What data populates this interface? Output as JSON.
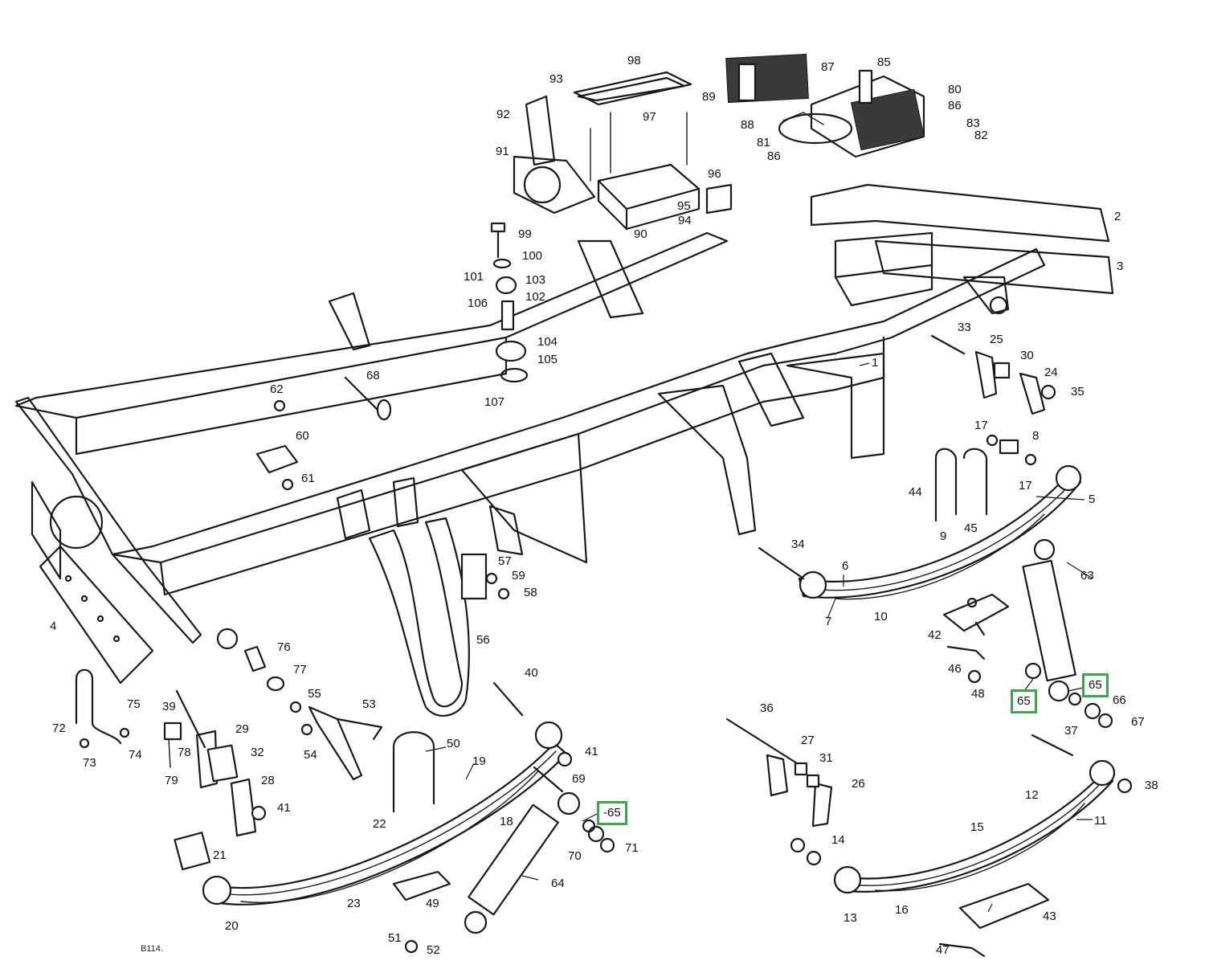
{
  "diagram": {
    "plate_code": "B114.",
    "highlight_color": "#3aa64a",
    "callouts": [
      {
        "id": "1",
        "label": "1"
      },
      {
        "id": "2",
        "label": "2"
      },
      {
        "id": "3",
        "label": "3"
      },
      {
        "id": "4",
        "label": "4"
      },
      {
        "id": "5",
        "label": "5"
      },
      {
        "id": "6",
        "label": "6"
      },
      {
        "id": "7",
        "label": "7"
      },
      {
        "id": "8",
        "label": "8"
      },
      {
        "id": "9",
        "label": "9"
      },
      {
        "id": "10",
        "label": "10"
      },
      {
        "id": "11",
        "label": "11"
      },
      {
        "id": "12",
        "label": "12"
      },
      {
        "id": "13",
        "label": "13"
      },
      {
        "id": "14",
        "label": "14"
      },
      {
        "id": "15",
        "label": "15"
      },
      {
        "id": "16",
        "label": "16"
      },
      {
        "id": "17a",
        "label": "17"
      },
      {
        "id": "17b",
        "label": "17"
      },
      {
        "id": "18",
        "label": "18"
      },
      {
        "id": "19",
        "label": "19"
      },
      {
        "id": "20",
        "label": "20"
      },
      {
        "id": "21",
        "label": "21"
      },
      {
        "id": "22",
        "label": "22"
      },
      {
        "id": "23",
        "label": "23"
      },
      {
        "id": "24",
        "label": "24"
      },
      {
        "id": "25",
        "label": "25"
      },
      {
        "id": "26",
        "label": "26"
      },
      {
        "id": "27",
        "label": "27"
      },
      {
        "id": "28",
        "label": "28"
      },
      {
        "id": "29",
        "label": "29"
      },
      {
        "id": "30",
        "label": "30"
      },
      {
        "id": "31",
        "label": "31"
      },
      {
        "id": "32",
        "label": "32"
      },
      {
        "id": "33",
        "label": "33"
      },
      {
        "id": "34",
        "label": "34"
      },
      {
        "id": "35",
        "label": "35"
      },
      {
        "id": "36",
        "label": "36"
      },
      {
        "id": "37",
        "label": "37"
      },
      {
        "id": "38",
        "label": "38"
      },
      {
        "id": "39",
        "label": "39"
      },
      {
        "id": "40",
        "label": "40"
      },
      {
        "id": "41a",
        "label": "41"
      },
      {
        "id": "41b",
        "label": "41"
      },
      {
        "id": "42",
        "label": "42"
      },
      {
        "id": "43",
        "label": "43"
      },
      {
        "id": "44",
        "label": "44"
      },
      {
        "id": "45",
        "label": "45"
      },
      {
        "id": "46",
        "label": "46"
      },
      {
        "id": "47",
        "label": "47"
      },
      {
        "id": "48",
        "label": "48"
      },
      {
        "id": "49",
        "label": "49"
      },
      {
        "id": "50",
        "label": "50"
      },
      {
        "id": "51",
        "label": "51"
      },
      {
        "id": "52",
        "label": "52"
      },
      {
        "id": "53",
        "label": "53"
      },
      {
        "id": "54",
        "label": "54"
      },
      {
        "id": "55",
        "label": "55"
      },
      {
        "id": "56",
        "label": "56"
      },
      {
        "id": "57",
        "label": "57"
      },
      {
        "id": "58",
        "label": "58"
      },
      {
        "id": "59",
        "label": "59"
      },
      {
        "id": "60",
        "label": "60"
      },
      {
        "id": "61",
        "label": "61"
      },
      {
        "id": "62",
        "label": "62"
      },
      {
        "id": "63",
        "label": "63"
      },
      {
        "id": "64",
        "label": "64"
      },
      {
        "id": "65a",
        "label": "65",
        "highlighted": true
      },
      {
        "id": "65b",
        "label": "65",
        "highlighted": true
      },
      {
        "id": "65c",
        "label": "-65",
        "highlighted": true
      },
      {
        "id": "66",
        "label": "66"
      },
      {
        "id": "67",
        "label": "67"
      },
      {
        "id": "68",
        "label": "68"
      },
      {
        "id": "69",
        "label": "69"
      },
      {
        "id": "70",
        "label": "70"
      },
      {
        "id": "71",
        "label": "71"
      },
      {
        "id": "72",
        "label": "72"
      },
      {
        "id": "73",
        "label": "73"
      },
      {
        "id": "74",
        "label": "74"
      },
      {
        "id": "75",
        "label": "75"
      },
      {
        "id": "76",
        "label": "76"
      },
      {
        "id": "77",
        "label": "77"
      },
      {
        "id": "78",
        "label": "78"
      },
      {
        "id": "79",
        "label": "79"
      },
      {
        "id": "80",
        "label": "80"
      },
      {
        "id": "81",
        "label": "81"
      },
      {
        "id": "82",
        "label": "82"
      },
      {
        "id": "83",
        "label": "83"
      },
      {
        "id": "85",
        "label": "85"
      },
      {
        "id": "86a",
        "label": "86"
      },
      {
        "id": "86b",
        "label": "86"
      },
      {
        "id": "87",
        "label": "87"
      },
      {
        "id": "88",
        "label": "88"
      },
      {
        "id": "89",
        "label": "89"
      },
      {
        "id": "90",
        "label": "90"
      },
      {
        "id": "91",
        "label": "91"
      },
      {
        "id": "92",
        "label": "92"
      },
      {
        "id": "93",
        "label": "93"
      },
      {
        "id": "94",
        "label": "94"
      },
      {
        "id": "95",
        "label": "95"
      },
      {
        "id": "96",
        "label": "96"
      },
      {
        "id": "97",
        "label": "97"
      },
      {
        "id": "98",
        "label": "98"
      },
      {
        "id": "99",
        "label": "99"
      },
      {
        "id": "100",
        "label": "100"
      },
      {
        "id": "101",
        "label": "101"
      },
      {
        "id": "102",
        "label": "102"
      },
      {
        "id": "103",
        "label": "103"
      },
      {
        "id": "104",
        "label": "104"
      },
      {
        "id": "105",
        "label": "105"
      },
      {
        "id": "106",
        "label": "106"
      },
      {
        "id": "107",
        "label": "107"
      }
    ]
  }
}
